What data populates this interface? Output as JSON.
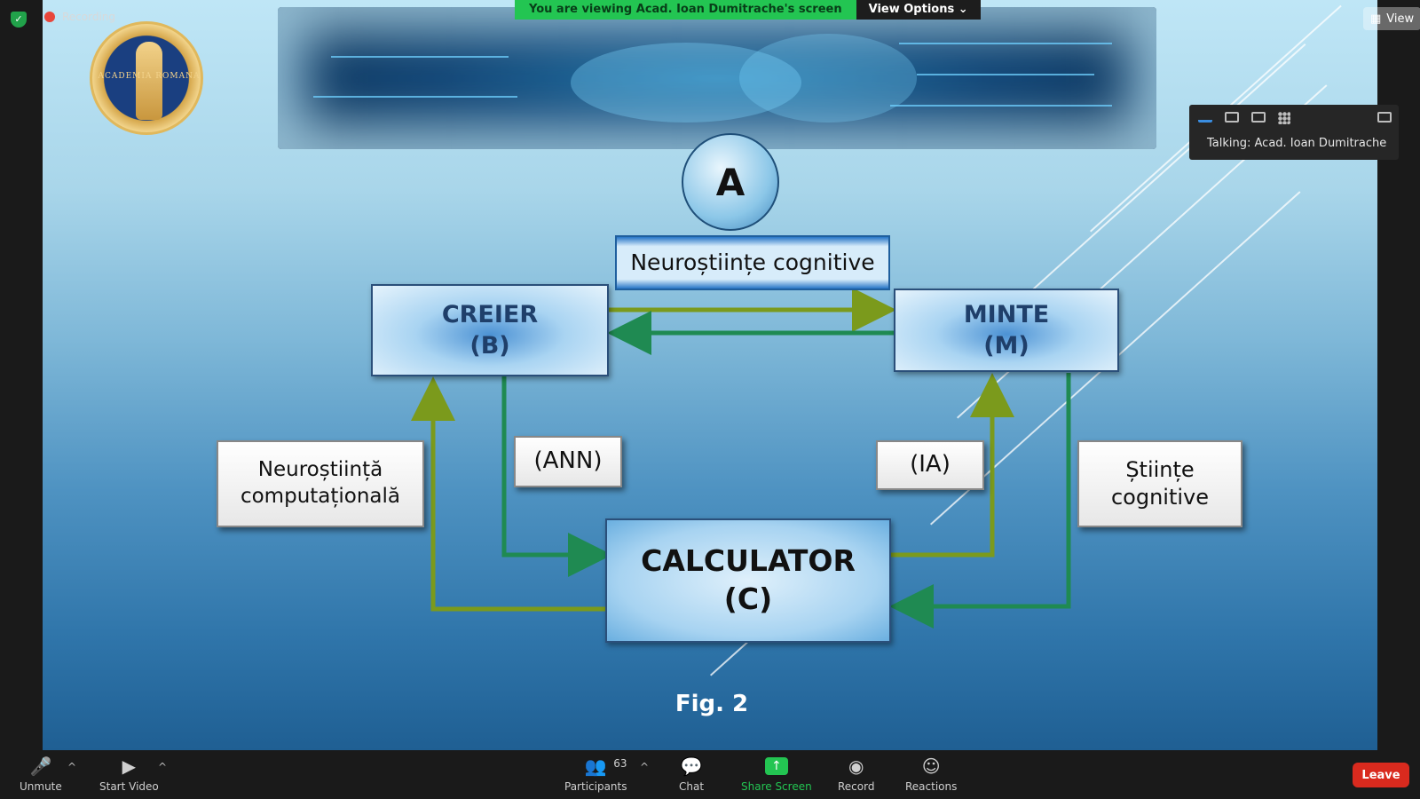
{
  "zoom": {
    "recording_label": "Recording",
    "viewing_message": "You are viewing Acad. Ioan Dumitrache's screen",
    "view_options_label": "View Options",
    "view_button_label": "View",
    "talking_label": "Talking: Acad. Ioan Dumitrache",
    "toolbar": {
      "unmute": "Unmute",
      "start_video": "Start Video",
      "participants": "Participants",
      "participants_count": "63",
      "chat": "Chat",
      "share_screen": "Share Screen",
      "record": "Record",
      "reactions": "Reactions",
      "leave": "Leave"
    },
    "colors": {
      "share_green": "#23c552",
      "leave_red": "#d92a1e",
      "recording_red": "#e8463b"
    }
  },
  "slide": {
    "seal_text": "ACADEMIA ROMANA",
    "node_a": "A",
    "top_label": "Neuroștiințe cognitive",
    "creier_title": "CREIER",
    "creier_code": "(B)",
    "minte_title": "MINTE",
    "minte_code": "(M)",
    "calc_title": "CALCULATOR",
    "calc_code": "(C)",
    "left_label_line1": "Neuroștiință",
    "left_label_line2": "computațională",
    "ann_label": "(ANN)",
    "ia_label": "(IA)",
    "right_label_line1": "Științe",
    "right_label_line2": "cognitive",
    "caption": "Fig. 2",
    "arrow_colors": {
      "olive": "#7b9a1c",
      "green": "#1f8a52"
    }
  }
}
